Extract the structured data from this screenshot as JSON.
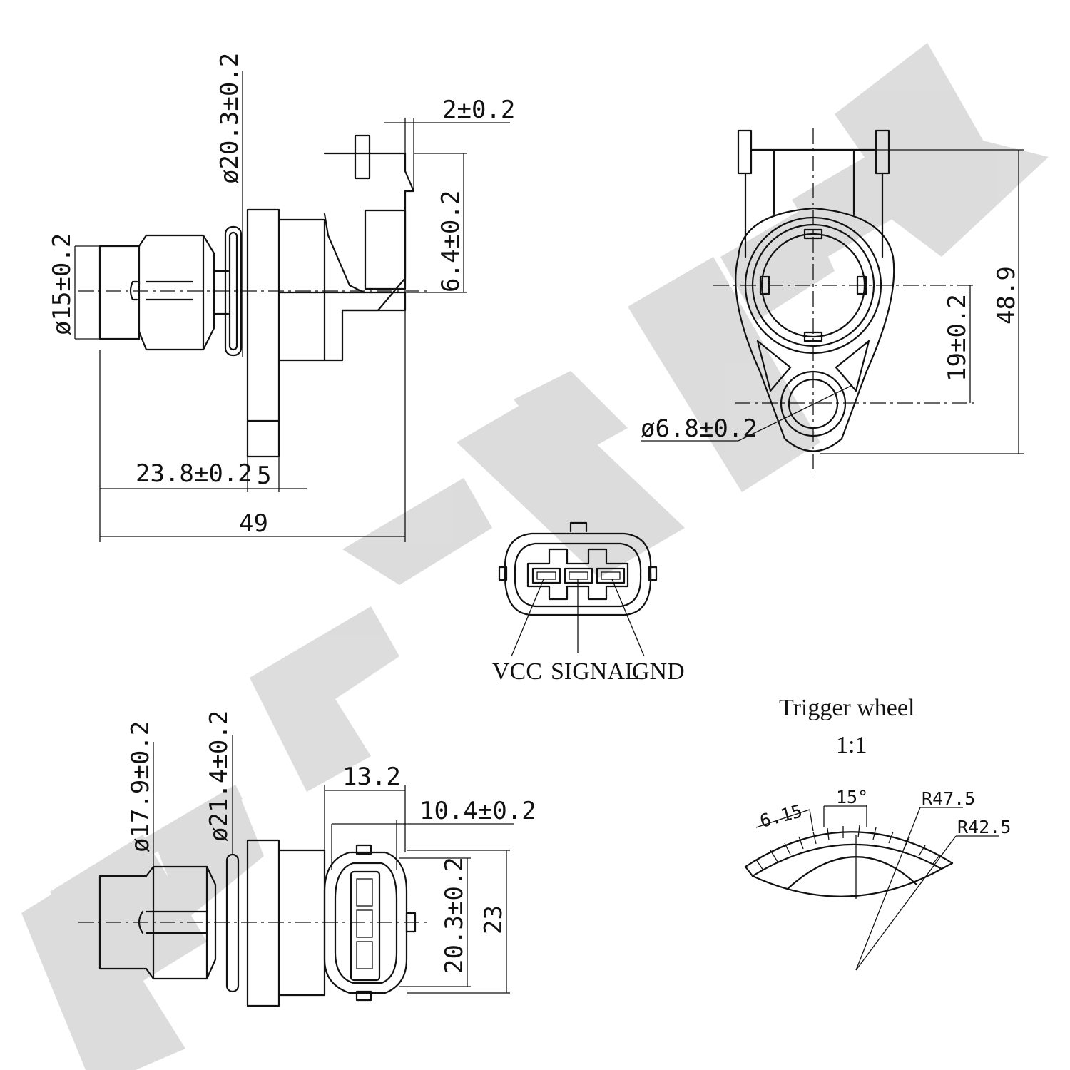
{
  "watermark": {
    "text": "ZENNKK",
    "color": "#d9d9d9"
  },
  "side_view": {
    "d_flange": "ø20.3±0.2",
    "d_body": "ø15±0.2",
    "gap": "2±0.2",
    "tab": "6.4±0.2",
    "length_to_flange": "23.8±0.2",
    "flange_width": "5",
    "total_length": "49"
  },
  "front_view": {
    "height": "48.9",
    "hole_offset": "19±0.2",
    "hole_dia": "ø6.8±0.2"
  },
  "connector": {
    "pins": [
      "VCC",
      "SIGNAL",
      "GND"
    ]
  },
  "top_view": {
    "d_tip": "ø17.9±0.2",
    "d_oring": "ø21.4±0.2",
    "conn_len": "13.2",
    "conn_inner": "10.4±0.2",
    "conn_h_inner": "20.3±0.2",
    "conn_h_outer": "23"
  },
  "trigger_wheel": {
    "title": "Trigger wheel",
    "scale": "1:1",
    "angle": "15°",
    "tooth": "6.15",
    "r_outer": "R47.5",
    "r_inner": "R42.5"
  }
}
